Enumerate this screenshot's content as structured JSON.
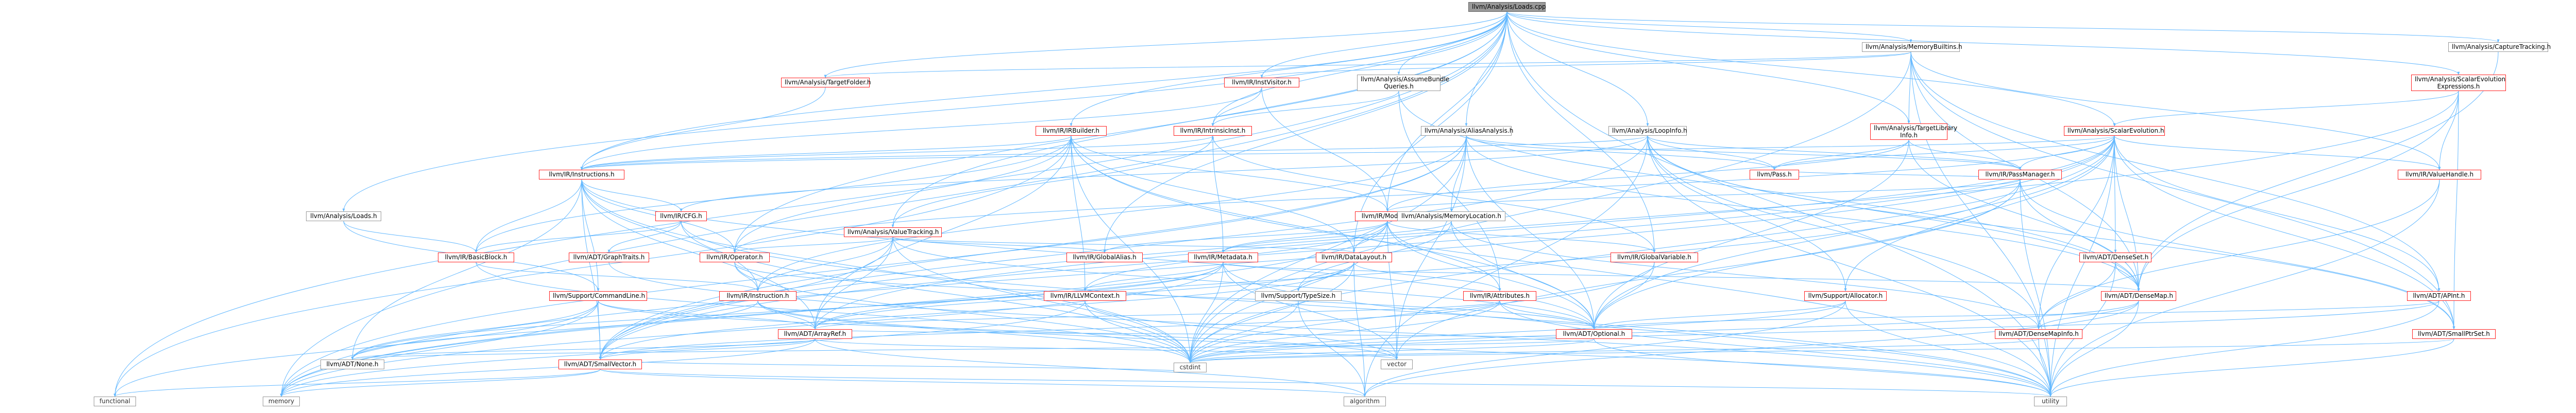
{
  "root": "llvm/Analysis/Loads.cpp",
  "nodes": {
    "loads_cpp": "llvm/Analysis/Loads.cpp",
    "memorybuiltins": "llvm/Analysis/MemoryBuiltins.h",
    "capturetracking": "llvm/Analysis/CaptureTracking.h",
    "targetfolder": "llvm/Analysis/TargetFolder.h",
    "instvisitor": "llvm/IR/InstVisitor.h",
    "assumebundle": "llvm/Analysis/AssumeBundle\nQueries.h",
    "scev_expressions": "llvm/Analysis/ScalarEvolution\nExpressions.h",
    "irbuilder": "llvm/IR/IRBuilder.h",
    "intrinsicinst": "llvm/IR/IntrinsicInst.h",
    "aliasanalysis": "llvm/Analysis/AliasAnalysis.h",
    "loopinfo": "llvm/Analysis/LoopInfo.h",
    "targetlibinfo": "llvm/Analysis/TargetLibrary\nInfo.h",
    "scalarevolution": "llvm/Analysis/ScalarEvolution.h",
    "instructions": "llvm/IR/Instructions.h",
    "pass": "llvm/Pass.h",
    "passmanager": "llvm/IR/PassManager.h",
    "valuehandle": "llvm/IR/ValueHandle.h",
    "cfg": "llvm/IR/CFG.h",
    "loads_h": "llvm/Analysis/Loads.h",
    "module": "llvm/IR/Module.h",
    "memorylocation": "llvm/Analysis/MemoryLocation.h",
    "valuetracking": "llvm/Analysis/ValueTracking.h",
    "basicblock": "llvm/IR/BasicBlock.h",
    "graphtraits": "llvm/ADT/GraphTraits.h",
    "operator": "llvm/IR/Operator.h",
    "globalalias": "llvm/IR/GlobalAlias.h",
    "metadata": "llvm/IR/Metadata.h",
    "datalayout": "llvm/IR/DataLayout.h",
    "globalvariable": "llvm/IR/GlobalVariable.h",
    "denseset": "llvm/ADT/DenseSet.h",
    "commandline": "llvm/Support/CommandLine.h",
    "instruction": "llvm/IR/Instruction.h",
    "llvmcontext": "llvm/IR/LLVMContext.h",
    "typesize": "llvm/Support/TypeSize.h",
    "attributes": "llvm/IR/Attributes.h",
    "allocator": "llvm/Support/Allocator.h",
    "densemap": "llvm/ADT/DenseMap.h",
    "apint": "llvm/ADT/APInt.h",
    "arrayref": "llvm/ADT/ArrayRef.h",
    "optional": "llvm/ADT/Optional.h",
    "densemapinfo": "llvm/ADT/DenseMapInfo.h",
    "smallptrset": "llvm/ADT/SmallPtrSet.h",
    "none": "llvm/ADT/None.h",
    "smallvector": "llvm/ADT/SmallVector.h",
    "vector": "vector",
    "cstdint": "cstdint",
    "functional": "functional",
    "memory": "memory",
    "algorithm": "algorithm",
    "utility": "utility"
  },
  "colors": {
    "edge": "#63b8ff",
    "node_border": "#999999",
    "missing_border": "#ff2222",
    "root_fill": "#999999"
  }
}
